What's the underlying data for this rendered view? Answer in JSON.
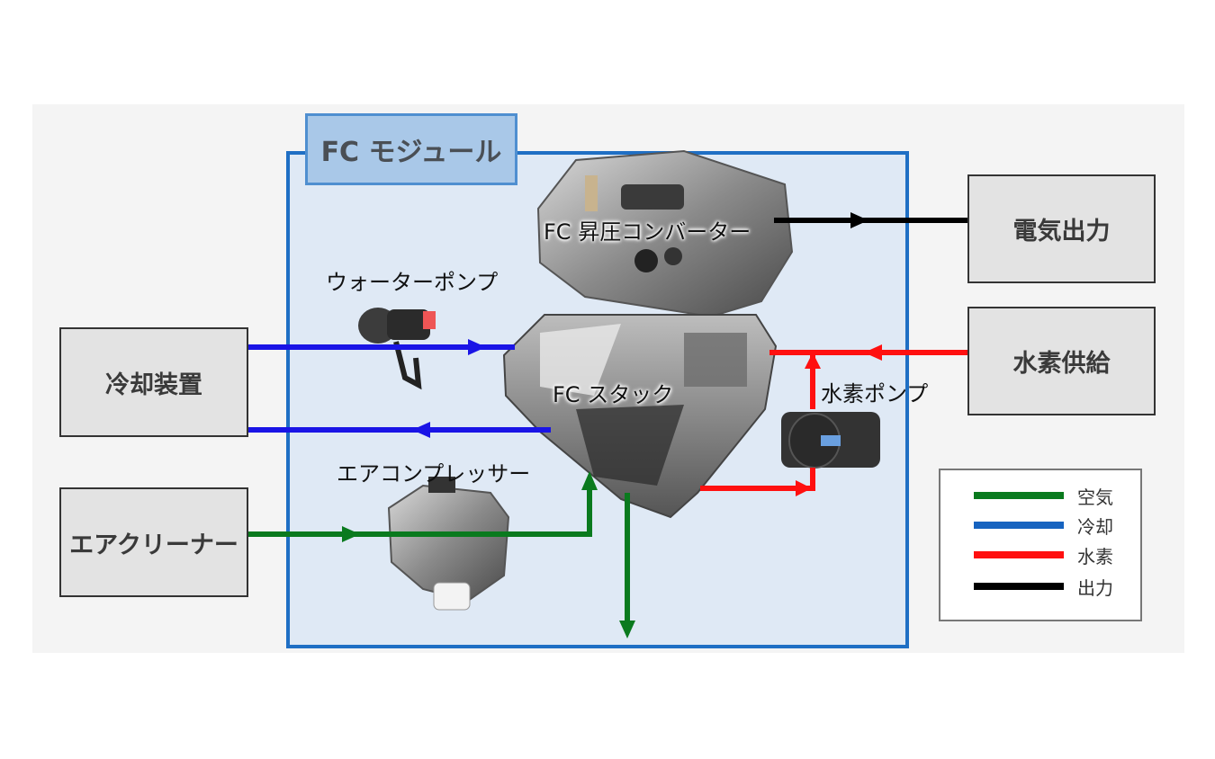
{
  "module": {
    "title": "FC モジュール"
  },
  "external": {
    "cooling": "冷却装置",
    "air_cleaner": "エアクリーナー",
    "electric_output": "電気出力",
    "hydrogen_supply": "水素供給"
  },
  "components": {
    "converter": "FC 昇圧コンバーター",
    "water_pump": "ウォーターポンプ",
    "stack": "FC スタック",
    "compressor": "エアコンプレッサー",
    "hydrogen_pump": "水素ポンプ"
  },
  "legend": [
    {
      "label": "空気",
      "color": "#0a7a1e"
    },
    {
      "label": "冷却",
      "color": "#1663c0"
    },
    {
      "label": "水素",
      "color": "#ff1010"
    },
    {
      "label": "出力",
      "color": "#000000"
    }
  ],
  "colors": {
    "air": "#0a7a1e",
    "coolant_in": "#1a14e6",
    "coolant_out": "#1a14e6",
    "hydrogen": "#ff1010",
    "output": "#000000",
    "module_border": "#1f6fc4"
  }
}
